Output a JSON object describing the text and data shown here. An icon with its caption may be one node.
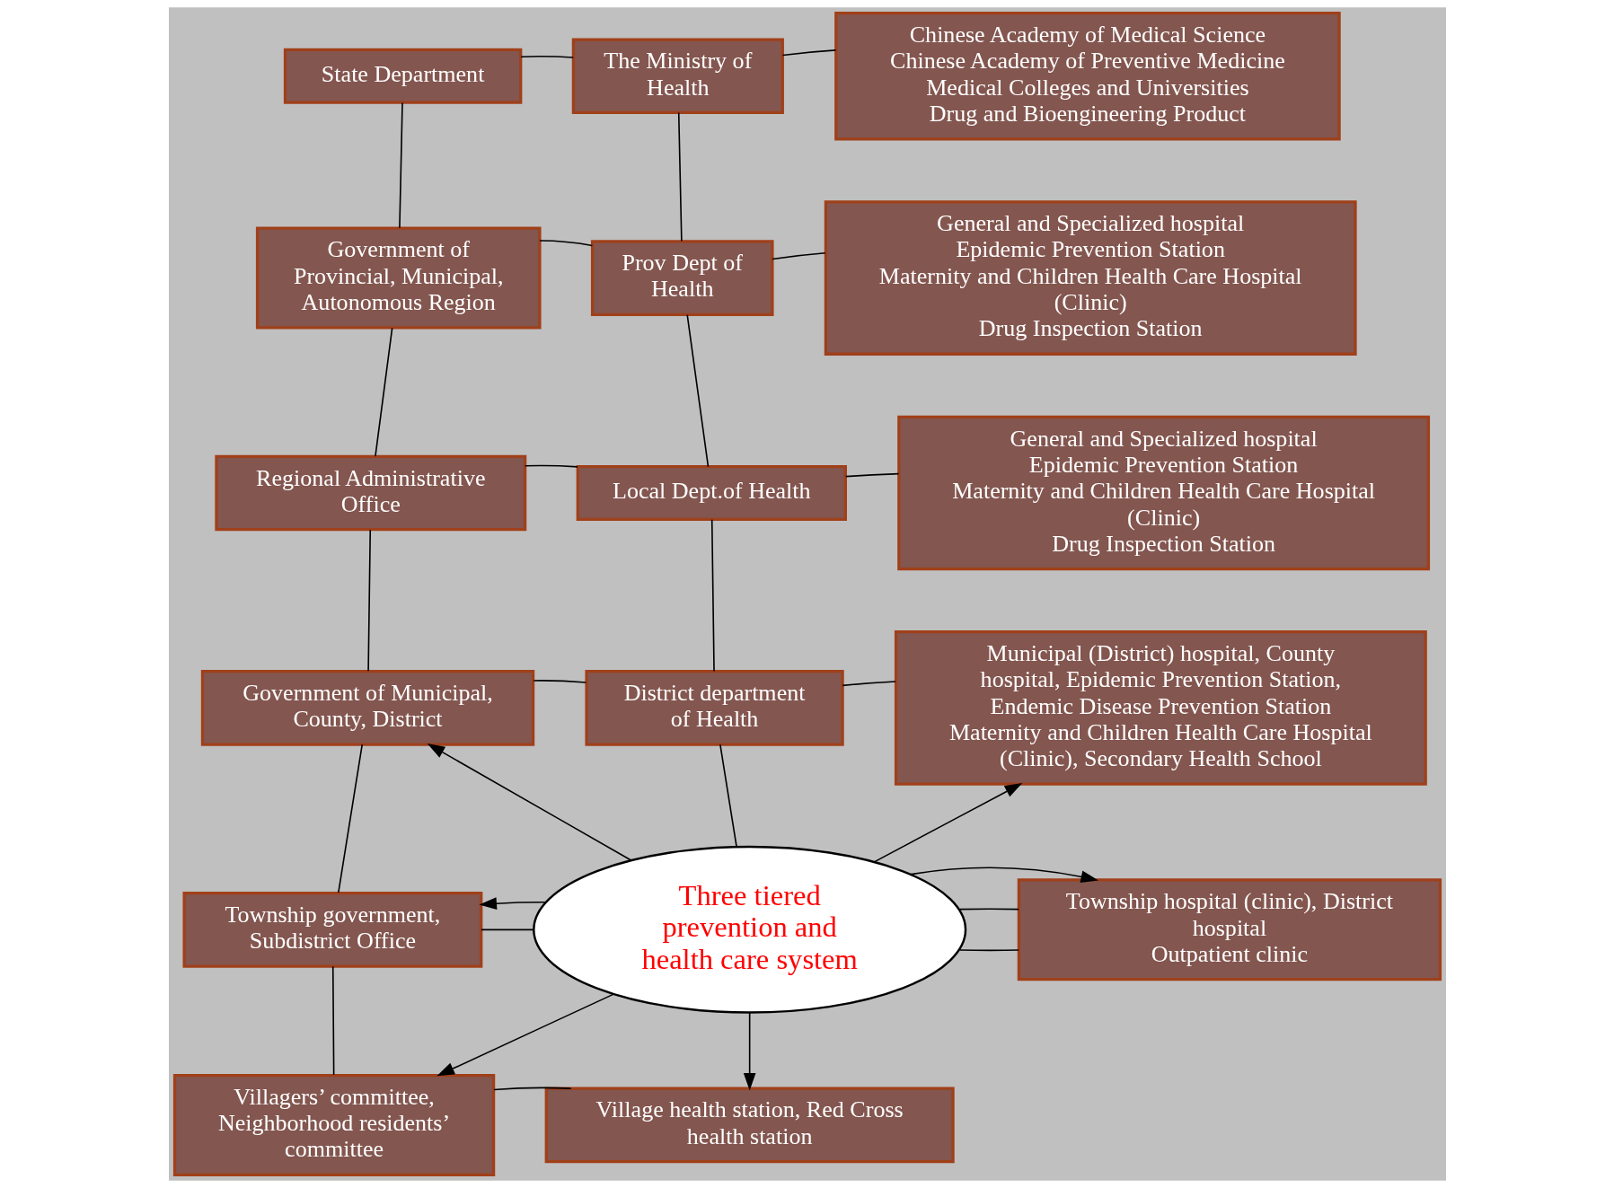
{
  "diagram": {
    "nodes": [
      {
        "text": [
          "State Department"
        ]
      },
      {
        "text": [
          "The Ministry of Health"
        ]
      },
      {
        "text": [
          "Chinese Academy of Medical Science",
          "Chinese Academy of Preventive Medicine",
          "Medical Colleges and Universities",
          "Drug and Bioengineering Product"
        ]
      },
      {
        "text": [
          "Government of Provincial, Municipal, Autonomous Region"
        ]
      },
      {
        "text": [
          "Prov Dept of Health"
        ]
      },
      {
        "text": [
          "General and Specialized hospital",
          "Epidemic Prevention Station",
          "Maternity and Children Health Care Hospital (Clinic)",
          "Drug Inspection Station"
        ]
      },
      {
        "text": [
          "Regional Administrative Office"
        ]
      },
      {
        "text": [
          "Local Dept.of Health"
        ]
      },
      {
        "text": [
          "General and Specialized hospital",
          "Epidemic Prevention Station",
          "Maternity and Children Health Care Hospital (Clinic)",
          "Drug Inspection Station"
        ]
      },
      {
        "text": [
          "Government of Municipal, County, District"
        ]
      },
      {
        "text": [
          "District department of Health"
        ]
      },
      {
        "text": [
          "Municipal (District) hospital, County hospital, Epidemic Prevention Station,",
          "Endemic Disease Prevention Station",
          "Maternity and Children Health Care Hospital (Clinic), Secondary Health School"
        ]
      },
      {
        "text": [
          "Township government, Subdistrict Office"
        ]
      },
      {
        "text": [
          "Three tiered prevention and health care system"
        ]
      },
      {
        "text": [
          "Township hospital (clinic), District hospital",
          "Outpatient clinic"
        ]
      },
      {
        "text": [
          "Villagers’ committee, Neighborhood residents’ committee"
        ]
      },
      {
        "text": [
          "Village health station, Red Cross health station"
        ]
      }
    ],
    "edges": [
      {
        "from": 0,
        "to": 1,
        "arrow": "none"
      },
      {
        "from": 1,
        "to": 2,
        "arrow": "none"
      },
      {
        "from": 0,
        "to": 3,
        "arrow": "none"
      },
      {
        "from": 1,
        "to": 4,
        "arrow": "none"
      },
      {
        "from": 3,
        "to": 4,
        "arrow": "none"
      },
      {
        "from": 4,
        "to": 5,
        "arrow": "none"
      },
      {
        "from": 3,
        "to": 6,
        "arrow": "none"
      },
      {
        "from": 4,
        "to": 7,
        "arrow": "none"
      },
      {
        "from": 6,
        "to": 7,
        "arrow": "none"
      },
      {
        "from": 7,
        "to": 8,
        "arrow": "none"
      },
      {
        "from": 6,
        "to": 9,
        "arrow": "none"
      },
      {
        "from": 7,
        "to": 10,
        "arrow": "none"
      },
      {
        "from": 9,
        "to": 10,
        "arrow": "none"
      },
      {
        "from": 10,
        "to": 11,
        "arrow": "none"
      },
      {
        "from": 9,
        "to": 12,
        "arrow": "none"
      },
      {
        "from": 10,
        "to": 13,
        "arrow": "none"
      },
      {
        "from": 12,
        "to": 15,
        "arrow": "none"
      },
      {
        "from": 15,
        "to": 16,
        "arrow": "none"
      },
      {
        "from": 13,
        "to": 9,
        "arrow": "to"
      },
      {
        "from": 13,
        "to": 11,
        "arrow": "to"
      },
      {
        "from": 12,
        "to": 13,
        "arrow": "none"
      },
      {
        "from": 13,
        "to": 12,
        "arrow": "to"
      },
      {
        "from": 13,
        "to": 14,
        "arrow": "none"
      },
      {
        "from": 13,
        "to": 14,
        "arrow": "none"
      },
      {
        "from": 13,
        "to": 14,
        "arrow": "to"
      },
      {
        "from": 13,
        "to": 15,
        "arrow": "to"
      },
      {
        "from": 13,
        "to": 16,
        "arrow": "to"
      }
    ]
  }
}
